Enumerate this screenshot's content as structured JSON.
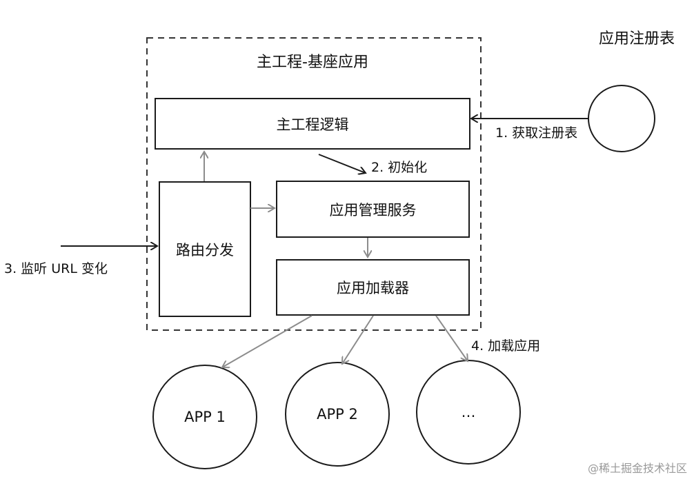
{
  "colors": {
    "stroke": "#1a1a1a",
    "gray_arrow": "#8c8c8c",
    "dashed_border": "#333333",
    "watermark": "#999999"
  },
  "container": {
    "title": "主工程-基座应用"
  },
  "registry": {
    "title": "应用注册表"
  },
  "boxes": {
    "main_logic": "主工程逻辑",
    "router": "路由分发",
    "app_manager": "应用管理服务",
    "app_loader": "应用加载器"
  },
  "apps": [
    {
      "label": "APP 1"
    },
    {
      "label": "APP 2"
    },
    {
      "label": "…"
    }
  ],
  "steps": {
    "step1": "1. 获取注册表",
    "step2": "2. 初始化",
    "step3": "3. 监听 URL 变化",
    "step4": "4. 加载应用"
  },
  "watermark": "@稀土掘金技术社区"
}
